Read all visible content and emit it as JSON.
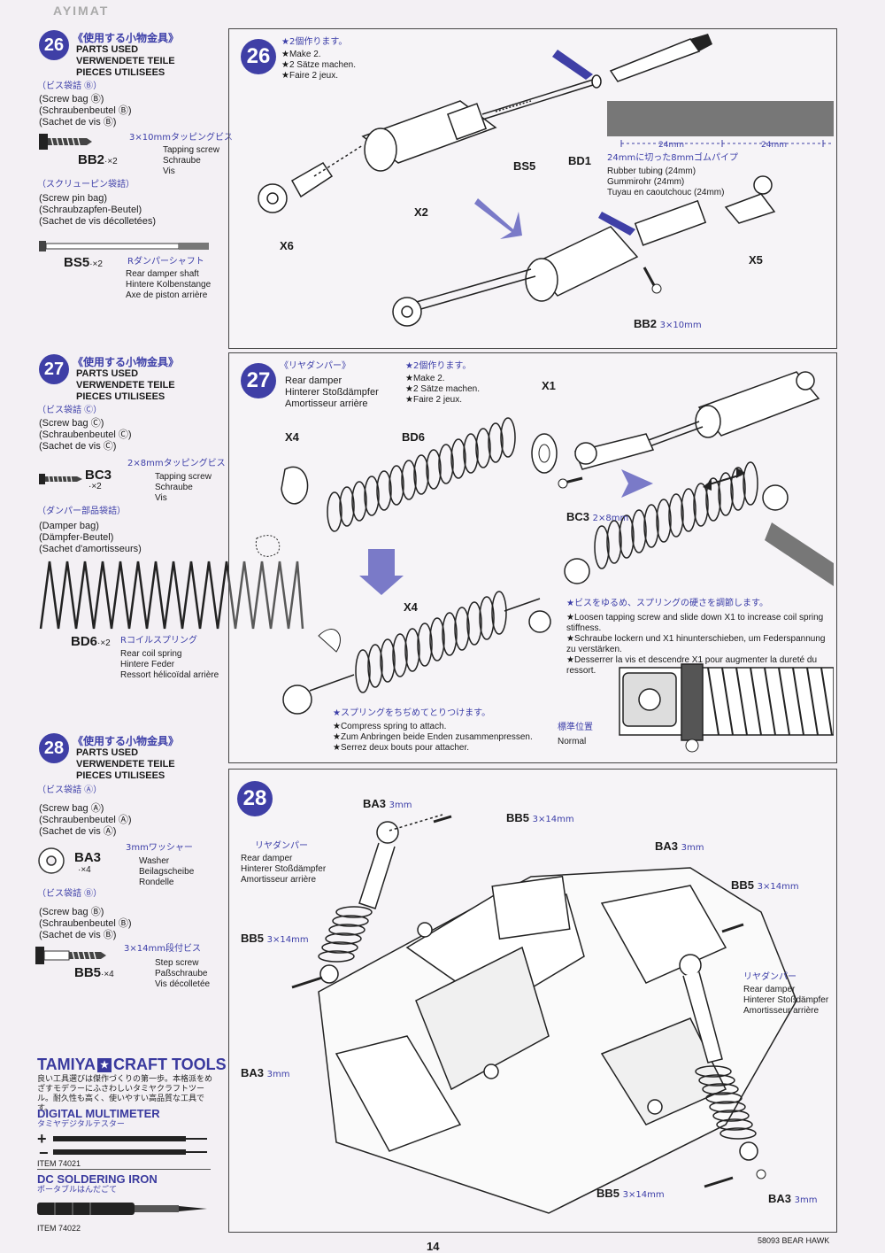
{
  "header": {
    "mark": "AYIMAT"
  },
  "left": {
    "s26": {
      "num": "26",
      "title_jp": "《使用する小物金具》",
      "parts": [
        "PARTS USED",
        "VERWENDETE TEILE",
        "PIECES UTILISEES"
      ],
      "bagB_jp": "（ビス袋詰 Ⓑ）",
      "bagB": [
        "(Screw bag Ⓑ)",
        "(Schraubenbeutel Ⓑ)",
        "(Sachet de vis Ⓑ)"
      ],
      "bb2_code": "BB2",
      "bb2_qty": "·×2",
      "bb2_jp": "3×10mmタッピングビス",
      "bb2_desc": [
        "Tapping screw",
        "Schraube",
        "Vis"
      ],
      "pin_jp": "（スクリューピン袋詰）",
      "pin": [
        "(Screw pin bag)",
        "(Schraubzapfen-Beutel)",
        "(Sachet de vis décolletées)"
      ],
      "bs5_code": "BS5",
      "bs5_qty": "·×2",
      "bs5_jp": "Rダンパーシャフト",
      "bs5_desc": [
        "Rear damper shaft",
        "Hintere Kolbenstange",
        "Axe de piston arrière"
      ]
    },
    "s27": {
      "num": "27",
      "title_jp": "《使用する小物金具》",
      "parts": [
        "PARTS USED",
        "VERWENDETE TEILE",
        "PIECES UTILISEES"
      ],
      "bagC_jp": "（ビス袋詰 Ⓒ）",
      "bagC": [
        "(Screw bag Ⓒ)",
        "(Schraubenbeutel Ⓒ)",
        "(Sachet de vis Ⓒ)"
      ],
      "bc3_code": "BC3",
      "bc3_qty": "·×2",
      "bc3_jp": "2×8mmタッピングビス",
      "bc3_desc": [
        "Tapping screw",
        "Schraube",
        "Vis"
      ],
      "damper_jp": "（ダンパー部品袋詰）",
      "damper": [
        "(Damper bag)",
        "(Dämpfer-Beutel)",
        "(Sachet d'amortisseurs)"
      ],
      "bd6_code": "BD6",
      "bd6_qty": "·×2",
      "bd6_jp": "Rコイルスプリング",
      "bd6_desc": [
        "Rear coil spring",
        "Hintere Feder",
        "Ressort hélicoïdal arrière"
      ]
    },
    "s28": {
      "num": "28",
      "title_jp": "《使用する小物金具》",
      "parts": [
        "PARTS USED",
        "VERWENDETE TEILE",
        "PIECES UTILISEES"
      ],
      "bagA_jp": "（ビス袋詰 Ⓐ）",
      "bagA": [
        "(Screw bag Ⓐ)",
        "(Schraubenbeutel Ⓐ)",
        "(Sachet de vis Ⓐ)"
      ],
      "ba3_code": "BA3",
      "ba3_qty": "·×4",
      "ba3_jp": "3mmワッシャー",
      "ba3_desc": [
        "Washer",
        "Beilagscheibe",
        "Rondelle"
      ],
      "bagB_jp": "（ビス袋詰 Ⓑ）",
      "bagB": [
        "(Screw bag Ⓑ)",
        "(Schraubenbeutel Ⓑ)",
        "(Sachet de vis Ⓑ)"
      ],
      "bb5_code": "BB5",
      "bb5_qty": "·×4",
      "bb5_jp": "3×14mm段付ビス",
      "bb5_desc": [
        "Step screw",
        "Paßschraube",
        "Vis décolletée"
      ]
    },
    "tools": {
      "brand": "TAMIYA",
      "brand2": "CRAFT TOOLS",
      "desc_jp": "良い工具選びは傑作づくりの第一歩。本格派をめざすモデラーにふさわしいタミヤクラフトツール。耐久性も高く、使いやすい高品質な工具です。",
      "dm": "DIGITAL MULTIMETER",
      "dm_jp": "タミヤデジタルテスター",
      "dm_item": "ITEM 74021",
      "si": "DC SOLDERING IRON",
      "si_jp": "ポータブルはんだごて",
      "si_item": "ITEM 74022"
    }
  },
  "panels": {
    "p26": {
      "num": "26",
      "note_jp": "★2個作ります。",
      "note": [
        "★Make 2.",
        "★2 Sätze machen.",
        "★Faire 2 jeux."
      ],
      "x6": "X6",
      "x2": "X2",
      "bs5": "BS5",
      "bd1": "BD1",
      "bd1_jp": "24mmに切った8mmゴムパイプ",
      "bd1_desc": [
        "Rubber tubing (24mm)",
        "Gummirohr (24mm)",
        "Tuyau en caoutchouc (24mm)"
      ],
      "dim1": "24mm",
      "dim2": "24mm",
      "x5": "X5",
      "bb2": "BB2",
      "bb2_size": "3×10mm"
    },
    "p27": {
      "num": "27",
      "title_jp": "《リヤダンパー》",
      "title": [
        "Rear damper",
        "Hinterer Stoßdämpfer",
        "Amortisseur arrière"
      ],
      "note_jp": "★2個作ります。",
      "note": [
        "★Make 2.",
        "★2 Sätze machen.",
        "★Faire 2 jeux."
      ],
      "x1": "X1",
      "x4a": "X4",
      "bd6": "BD6",
      "bc3": "BC3",
      "bc3_size": "2×8mm",
      "x4b": "X4",
      "adj_jp": "★ビスをゆるめ、スプリングの硬さを調節します。",
      "adj": [
        "★Loosen tapping screw and slide down X1 to increase coil spring stiffness.",
        "★Schraube lockern und X1 hinunterschieben, um Federspannung zu verstärken.",
        "★Desserrer la vis et descendre X1 pour augmenter la dureté du ressort."
      ],
      "comp_jp": "★スプリングをちぢめてとりつけます。",
      "comp": [
        "★Compress spring to attach.",
        "★Zum Anbringen beide Enden zusammenpressen.",
        "★Serrez deux bouts pour attacher."
      ],
      "normal_jp": "標準位置",
      "normal": "Normal"
    },
    "p28": {
      "num": "28",
      "ba3_a": "BA3",
      "ba3_a_size": "3mm",
      "bb5_a": "BB5",
      "bb5_a_size": "3×14mm",
      "rd_jp": "リヤダンパー",
      "rd": [
        "Rear damper",
        "Hinterer Stoßdämpfer",
        "Amortisseur arrière"
      ],
      "bb5_b": "BB5",
      "bb5_b_size": "3×14mm",
      "ba3_b": "BA3",
      "ba3_b_size": "3mm",
      "ba3_c": "BA3",
      "ba3_c_size": "3mm",
      "bb5_c": "BB5",
      "bb5_c_size": "3×14mm",
      "rd2_jp": "リヤダンパー",
      "rd2": [
        "Rear damper",
        "Hinterer Stoßdämpfer",
        "Amortisseur arrière"
      ],
      "bb5_d": "BB5",
      "bb5_d_size": "3×14mm",
      "ba3_d": "BA3",
      "ba3_d_size": "3mm"
    }
  },
  "footer": {
    "page": "14",
    "model": "58093 BEAR HAWK"
  }
}
